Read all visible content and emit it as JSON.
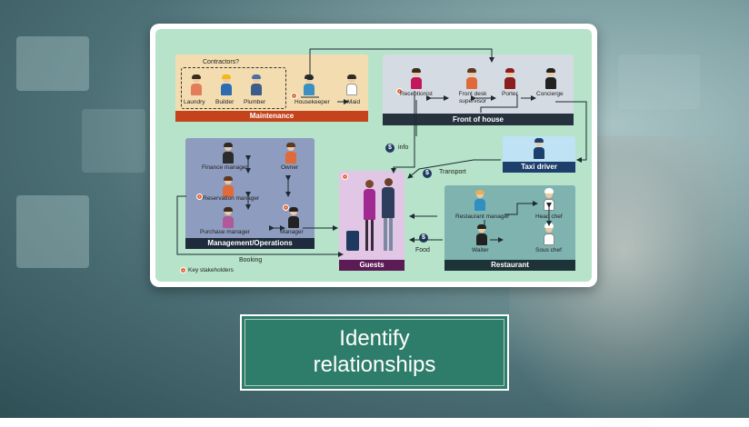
{
  "diagram": {
    "maintenance": {
      "title": "Maintenance",
      "contractors_label": "Contractors?",
      "laundry": "Laundry",
      "builder": "Builder",
      "plumber": "Plumber",
      "housekeeper": "Housekeeper",
      "maid": "Maid"
    },
    "front_of_house": {
      "title": "Front of house",
      "receptionist": "Receptionist",
      "front_desk_supervisor": "Front desk supervisor",
      "porter": "Porter",
      "concierge": "Concierge"
    },
    "taxi": {
      "title": "Taxi driver"
    },
    "management": {
      "title": "Management/Operations",
      "finance_manager": "Finance manager",
      "owner": "Owner",
      "reservation_manager": "Reservation manager",
      "purchase_manager": "Purchase manager",
      "manager": "Manager"
    },
    "guests": {
      "title": "Guests"
    },
    "restaurant": {
      "title": "Restaurant",
      "restaurant_manager": "Restaurant manager",
      "head_chef": "Head chef",
      "waiter": "Waiter",
      "sous_chef": "Sous chef"
    },
    "flows": {
      "info": "info",
      "transport": "Transport",
      "food": "Food",
      "booking": "Booking"
    },
    "legend": "Key stakeholders",
    "currency_symbol": "$"
  },
  "caption": {
    "line1": "Identify",
    "line2": "relationships"
  },
  "colors": {
    "maintenance_bg": "#f3ddb0",
    "maintenance_bar": "#c4431d",
    "front_bg": "#d5dbe2",
    "front_bar": "#26333f",
    "management_bg": "#8e9cbf",
    "management_bar": "#1f2b3c",
    "guests_bg": "#e2c6e6",
    "guests_bar": "#5b1c55",
    "restaurant_bg": "#7fb3b0",
    "restaurant_bar": "#1e3338",
    "taxi_bg": "#bfe3f5",
    "taxi_bar": "#1d3f6b",
    "caption_bg": "#2d7d6a",
    "key_marker": "#e36b3b"
  }
}
